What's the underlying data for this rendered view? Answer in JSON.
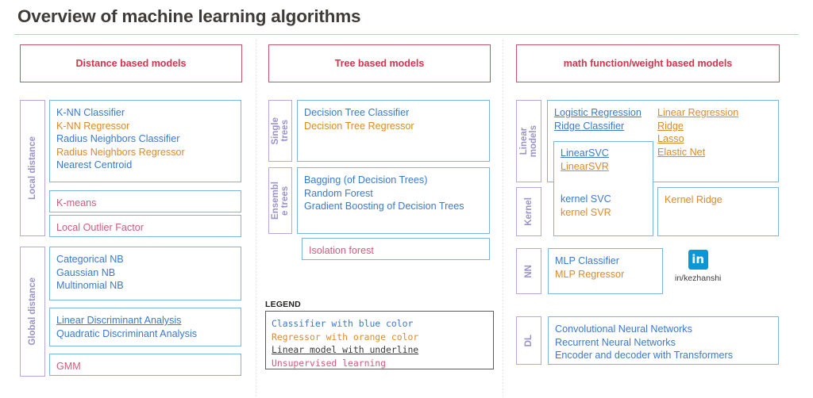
{
  "page": {
    "title": "Overview of machine learning algorithms"
  },
  "colors": {
    "title": "#3f3b38",
    "header_border": "#c9546a",
    "header_text": "#d7324e",
    "box_border": "#7eb4e2",
    "label_border": "#b9a7dd",
    "label_text": "#9a93c9",
    "classifier_blue": "#3a7ad0",
    "regressor_orange": "#de8a27",
    "unsupervised_pink": "#cf5c7e",
    "legend_border": "#5b5b5b",
    "linkedin_blue": "#0b96d5"
  },
  "columns": [
    {
      "id": "distance",
      "header": "Distance based models"
    },
    {
      "id": "tree",
      "header": "Tree based models"
    },
    {
      "id": "math",
      "header": "math function/weight based models"
    }
  ],
  "distance": {
    "groups": [
      {
        "label": "Local distance",
        "boxes": [
          {
            "items": [
              {
                "text": "K-NN Classifier",
                "style": "blue"
              },
              {
                "text": "K-NN Regressor",
                "style": "orange"
              },
              {
                "text": "Radius Neighbors Classifier",
                "style": "blue"
              },
              {
                "text": "Radius Neighbors Regressor",
                "style": "orange"
              },
              {
                "text": "Nearest Centroid",
                "style": "blue"
              }
            ]
          },
          {
            "items": [
              {
                "text": "K-means",
                "style": "pink"
              }
            ]
          },
          {
            "items": [
              {
                "text": "Local Outlier Factor",
                "style": "pink"
              }
            ]
          }
        ]
      },
      {
        "label": "Global distance",
        "boxes": [
          {
            "items": [
              {
                "text": "Categorical NB",
                "style": "blue"
              },
              {
                "text": "Gaussian NB",
                "style": "blue"
              },
              {
                "text": "Multinomial NB",
                "style": "blue"
              }
            ]
          },
          {
            "items": [
              {
                "text": "Linear Discriminant Analysis",
                "style": "blue-underline"
              },
              {
                "text": "Quadratic Discriminant Analysis",
                "style": "blue"
              }
            ]
          },
          {
            "items": [
              {
                "text": "GMM",
                "style": "pink"
              }
            ]
          }
        ]
      }
    ]
  },
  "tree": {
    "groups": [
      {
        "label": "Single\ntrees",
        "boxes": [
          {
            "items": [
              {
                "text": "Decision Tree Classifier",
                "style": "blue"
              },
              {
                "text": "Decision Tree Regressor",
                "style": "orange"
              }
            ]
          }
        ]
      },
      {
        "label": "Ensembl\ne trees",
        "boxes": [
          {
            "items": [
              {
                "text": "Bagging (of Decision Trees)",
                "style": "blue"
              },
              {
                "text": "Random Forest",
                "style": "blue"
              },
              {
                "text": "Gradient Boosting of Decision Trees",
                "style": "blue"
              }
            ]
          }
        ]
      }
    ],
    "unlabeled_box": {
      "items": [
        {
          "text": "Isolation forest",
          "style": "pink"
        }
      ]
    },
    "legend": {
      "title": "LEGEND",
      "items": [
        {
          "text": "Classifier with blue color",
          "style": "blue"
        },
        {
          "text": "Regressor with orange color",
          "style": "orange"
        },
        {
          "text": "Linear model with underline",
          "style": "dark-underline"
        },
        {
          "text": "Unsupervised learning",
          "style": "pink"
        }
      ]
    }
  },
  "math": {
    "groups": [
      {
        "label": "Linear\nmodels",
        "left_items": [
          {
            "text": "Logistic Regression",
            "style": "blue-underline"
          },
          {
            "text": "Ridge Classifier",
            "style": "blue-underline"
          }
        ],
        "right_items": [
          {
            "text": "Linear Regression",
            "style": "orange-underline"
          },
          {
            "text": "Ridge",
            "style": "orange-underline"
          },
          {
            "text": "Lasso",
            "style": "orange-underline"
          },
          {
            "text": "Elastic Net",
            "style": "orange-underline"
          }
        ]
      },
      {
        "label": "Kernel",
        "right_items": [
          {
            "text": "Kernel Ridge",
            "style": "orange"
          }
        ]
      },
      {
        "label": "NN",
        "left_items": [
          {
            "text": "MLP Classifier",
            "style": "blue"
          },
          {
            "text": "MLP Regressor",
            "style": "orange"
          }
        ]
      },
      {
        "label": "DL",
        "left_items": [
          {
            "text": "Convolutional Neural Networks",
            "style": "blue"
          },
          {
            "text": "Recurrent Neural Networks",
            "style": "blue"
          },
          {
            "text": "Encoder and decoder with Transformers",
            "style": "blue"
          }
        ]
      }
    ],
    "svm_box": {
      "top_items": [
        {
          "text": "LinearSVC",
          "style": "blue-underline"
        },
        {
          "text": "LinearSVR",
          "style": "orange-underline"
        }
      ],
      "bottom_items": [
        {
          "text": "kernel SVC",
          "style": "blue"
        },
        {
          "text": "kernel SVR",
          "style": "orange"
        }
      ]
    },
    "linkedin": {
      "icon": "linkedin-icon",
      "glyph": "in",
      "handle": "in/kezhanshi"
    }
  }
}
